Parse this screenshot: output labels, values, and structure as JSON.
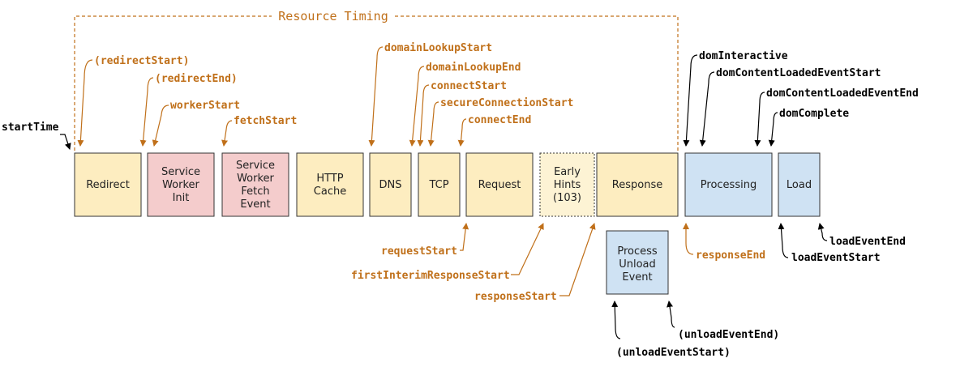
{
  "title": "Resource Timing",
  "colors": {
    "accent": "#c0701a",
    "black": "#000000",
    "yellow_fill": "#fdedc0",
    "pink_fill": "#f4cccc",
    "blue_fill": "#cfe2f3",
    "stroke": "#333333"
  },
  "boxes": {
    "redirect": "Redirect",
    "sw_init": [
      "Service",
      "Worker",
      "Init"
    ],
    "sw_fetch": [
      "Service",
      "Worker",
      "Fetch",
      "Event"
    ],
    "http_cache": [
      "HTTP",
      "Cache"
    ],
    "dns": "DNS",
    "tcp": "TCP",
    "request": "Request",
    "early_hints": [
      "Early",
      "Hints",
      "(103)"
    ],
    "response": "Response",
    "processing": "Processing",
    "load": "Load",
    "unload": [
      "Process",
      "Unload",
      "Event"
    ]
  },
  "labels": {
    "start_time": "startTime",
    "redirect_start": "(redirectStart)",
    "redirect_end": "(redirectEnd)",
    "worker_start": "workerStart",
    "fetch_start": "fetchStart",
    "domain_lookup_start": "domainLookupStart",
    "domain_lookup_end": "domainLookupEnd",
    "connect_start": "connectStart",
    "secure_connection_start": "secureConnectionStart",
    "connect_end": "connectEnd",
    "request_start": "requestStart",
    "first_interim_response_start": "firstInterimResponseStart",
    "response_start": "responseStart",
    "response_end": "responseEnd",
    "dom_interactive": "domInteractive",
    "dom_content_loaded_event_start": "domContentLoadedEventStart",
    "dom_content_loaded_event_end": "domContentLoadedEventEnd",
    "dom_complete": "domComplete",
    "load_event_start": "loadEventStart",
    "load_event_end": "loadEventEnd",
    "unload_event_start": "(unloadEventStart)",
    "unload_event_end": "(unloadEventEnd)"
  }
}
